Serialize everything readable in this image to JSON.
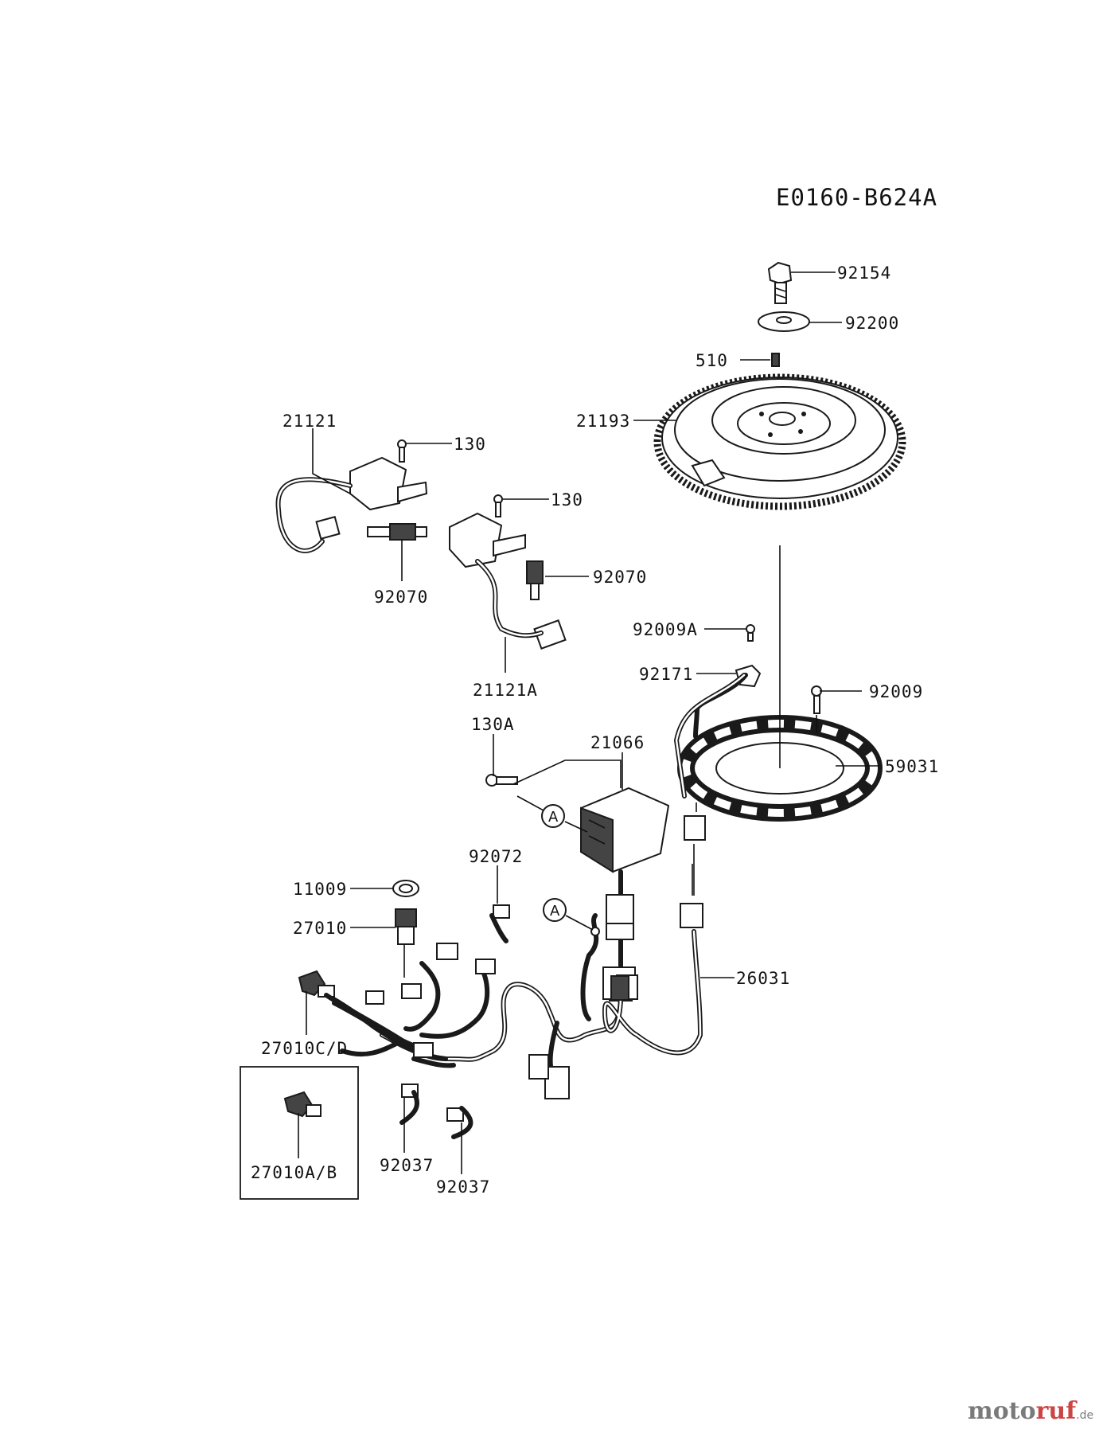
{
  "diagram_code": "E0160-B624A",
  "callout_letter": "A",
  "parts": {
    "p92154": "92154",
    "p92200": "92200",
    "p510": "510",
    "p21193": "21193",
    "p21121": "21121",
    "p130_a": "130",
    "p130_b": "130",
    "p92070_a": "92070",
    "p92070_b": "92070",
    "p21121A": "21121A",
    "p92009A": "92009A",
    "p92171": "92171",
    "p92009": "92009",
    "p59031": "59031",
    "p130A": "130A",
    "p21066": "21066",
    "p92072": "92072",
    "p11009": "11009",
    "p27010": "27010",
    "p26031": "26031",
    "p27010CD": "27010C/D",
    "p27010AB": "27010A/B",
    "p92037_a": "92037",
    "p92037_b": "92037"
  },
  "watermark": {
    "part1": "moto",
    "part2": "ruf",
    "suffix": ".de"
  }
}
